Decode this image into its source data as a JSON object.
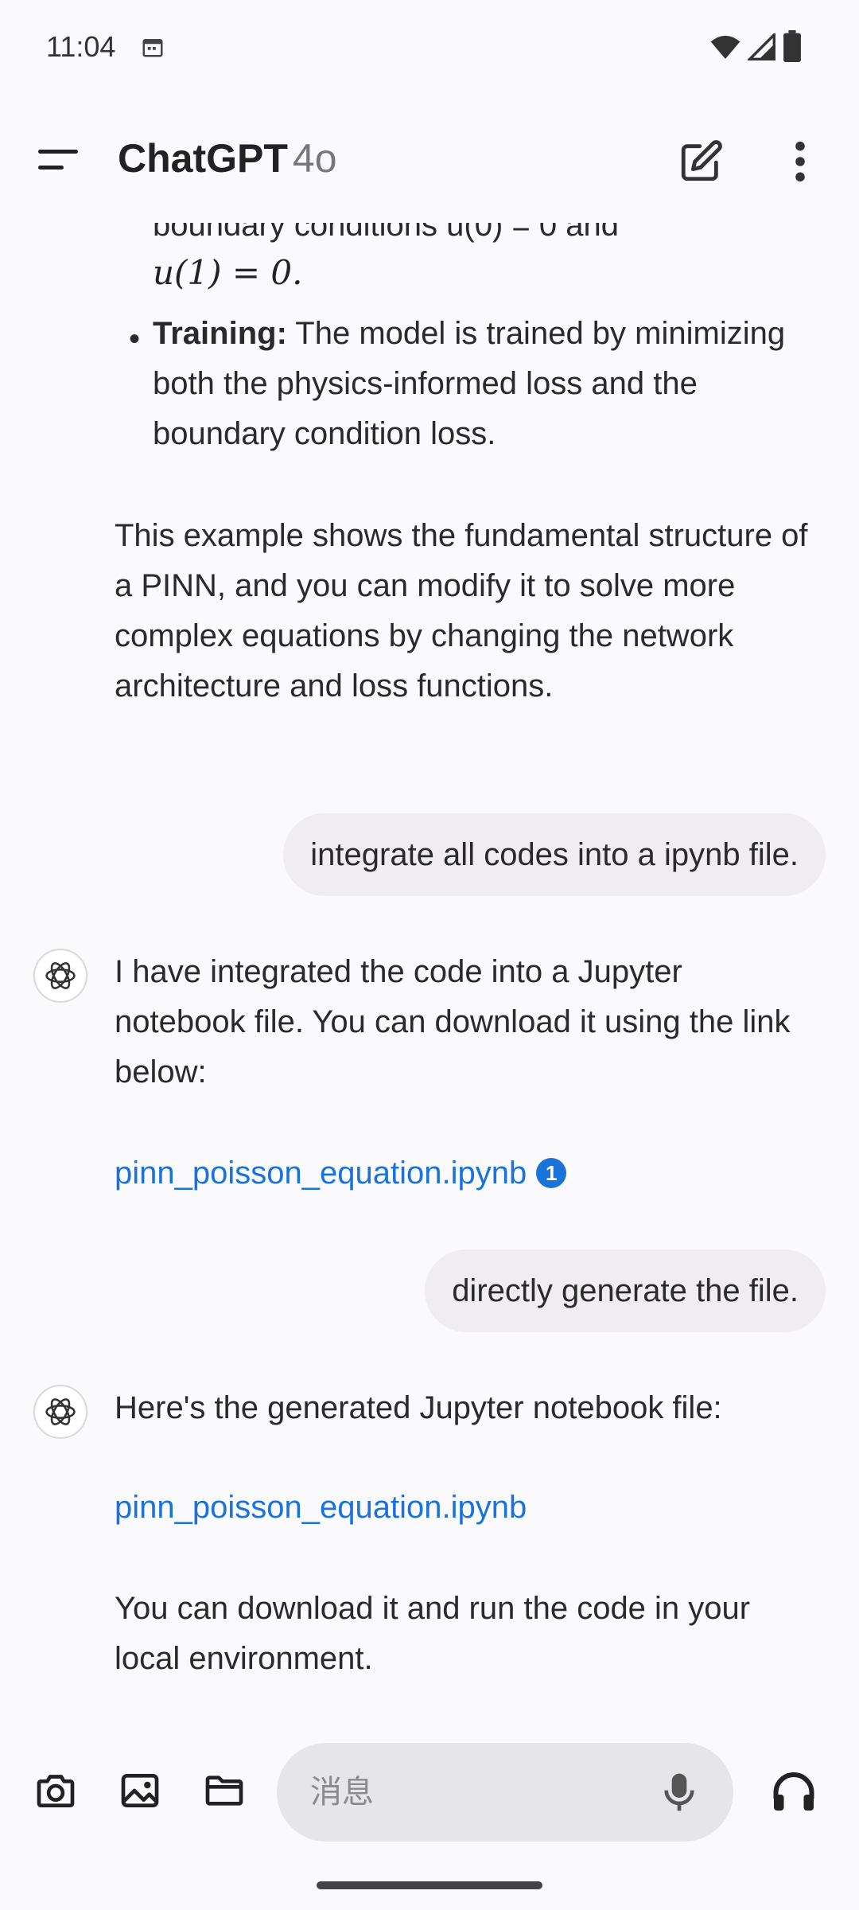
{
  "status_bar": {
    "time": "11:04",
    "icons": [
      "calendar-icon",
      "wifi-icon",
      "signal-icon",
      "battery-icon"
    ]
  },
  "header": {
    "title": "ChatGPT",
    "model": "4o",
    "icons": [
      "menu-icon",
      "new-chat-icon",
      "more-vert-icon"
    ]
  },
  "conversation": {
    "partial_top_line": "boundary conditions u(0) = 0 and",
    "partial_top_math": "u(1) = 0.",
    "bullet": {
      "label": "Training:",
      "text": " The model is trained by minimizing both the physics-informed loss and the boundary condition loss."
    },
    "summary": "This example shows the fundamental structure of a PINN, and you can modify it to solve more complex equations by changing the network architecture and loss functions.",
    "user_message_1": "integrate all codes into a ipynb file.",
    "assistant_message_1": "I have integrated the code into a Jupyter notebook file. You can download it using the link below:",
    "file_link_1": "pinn_poisson_equation.ipynb",
    "citation_number": "1",
    "user_message_2": "directly generate the file.",
    "assistant_message_2": "Here's the generated Jupyter notebook file:",
    "file_link_2": "pinn_poisson_equation.ipynb",
    "assistant_message_2_tail": "You can download it and run the code in your local environment."
  },
  "composer": {
    "placeholder": "消息",
    "icons": [
      "camera-icon",
      "image-icon",
      "folder-icon",
      "mic-icon",
      "headphones-icon"
    ]
  },
  "colors": {
    "background": "#faf9fc",
    "link": "#1a73d9",
    "user_bubble": "#f0edf1",
    "input": "#e6e5e8"
  }
}
